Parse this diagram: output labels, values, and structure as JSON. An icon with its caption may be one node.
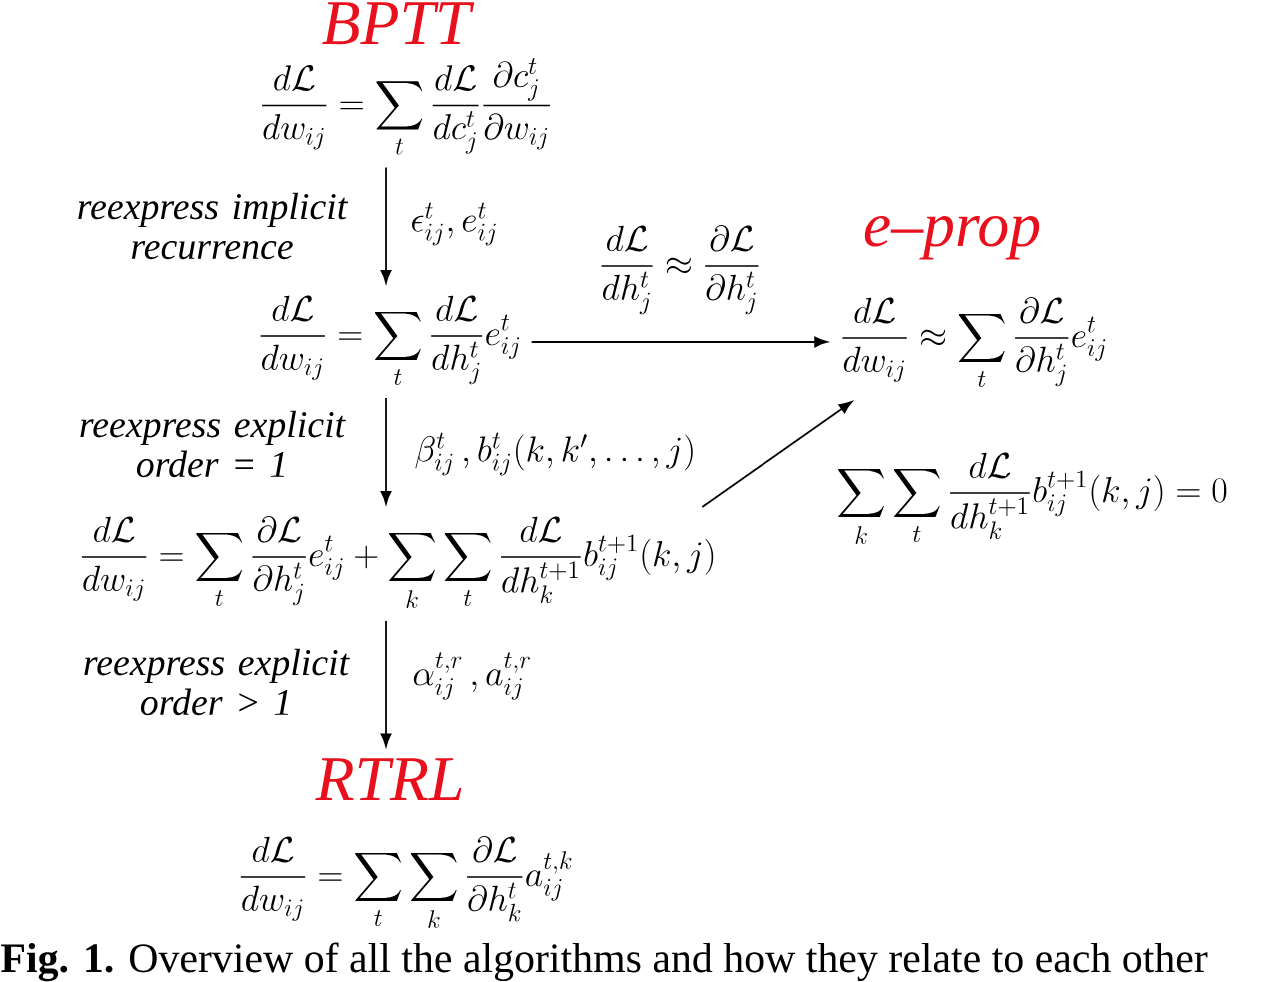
{
  "diagram": {
    "caption": "**Fig. 1.** Overview of all the algorithms and how they relate to each other",
    "nodes": [
      {
        "text": [
          "BPTT",
          "\\frac{d\\mathcal{L}}{dw_{ij}}=\\sum_t\\frac{d\\mathcal{L}}{dc_j^t}\\frac{\\partial c_j^t}{\\partial w_{ij}}"
        ]
      },
      {
        "text": [
          "\\frac{d\\mathcal{L}}{dw_{ij}}=\\sum_t\\frac{d\\mathcal{L}}{dh_j^t}e_{ij}^t"
        ]
      },
      {
        "text": [
          "\\frac{d\\mathcal{L}}{dw_{ij}}=\\sum_t\\frac{\\partial\\mathcal{L}}{\\partial h_j^t}e_{ij}^t+\\sum_k\\sum_t\\frac{d\\mathcal{L}}{dh_k^{t+1}}b_{ij}^{t+1}(k,j)"
        ]
      },
      {
        "text": [
          "RTRL",
          "\\frac{d\\mathcal{L}}{dw_{ij}}=\\sum_t\\sum_k\\frac{\\partial\\mathcal{L}}{\\partial h_k^t}a_{ij}^{t,k}"
        ]
      },
      {
        "text": [
          "e–prop",
          "\\frac{d\\mathcal{L}}{dw_{ij}}\\approx\\sum_t\\frac{\\partial\\mathcal{L}}{\\partial h_j^t}e_{ij}^t"
        ]
      }
    ],
    "edges": [
      {
        "from": 0,
        "to": 1,
        "arrow": "to",
        "label": "reexpress implicit recurrence"
      },
      {
        "from": 1,
        "to": 2,
        "arrow": "to",
        "label": "reexpress explicit order = 1"
      },
      {
        "from": 2,
        "to": 3,
        "arrow": "to",
        "label": "reexpress explicit order > 1"
      },
      {
        "from": 1,
        "to": 4,
        "arrow": "to",
        "label": "\\frac{d\\mathcal{L}}{dh_j^t}\\approx\\frac{\\partial\\mathcal{L}}{\\partial h_j^t}"
      },
      {
        "from": 2,
        "to": 4,
        "arrow": "to",
        "label": "\\sum_k\\sum_t\\frac{d\\mathcal{L}}{dh_k^{t+1}}b_{ij}^{t+1}(k,j)=0"
      }
    ],
    "labels": [
      "\\epsilon_{ij}^t,e_{ij}^t",
      "\\beta_{ij}^t\\,,b_{ij}^t(k,k',\\ldots,j)",
      "\\alpha_{ij}^{t,r}\\,,a_{ij}^{t,r}"
    ]
  }
}
